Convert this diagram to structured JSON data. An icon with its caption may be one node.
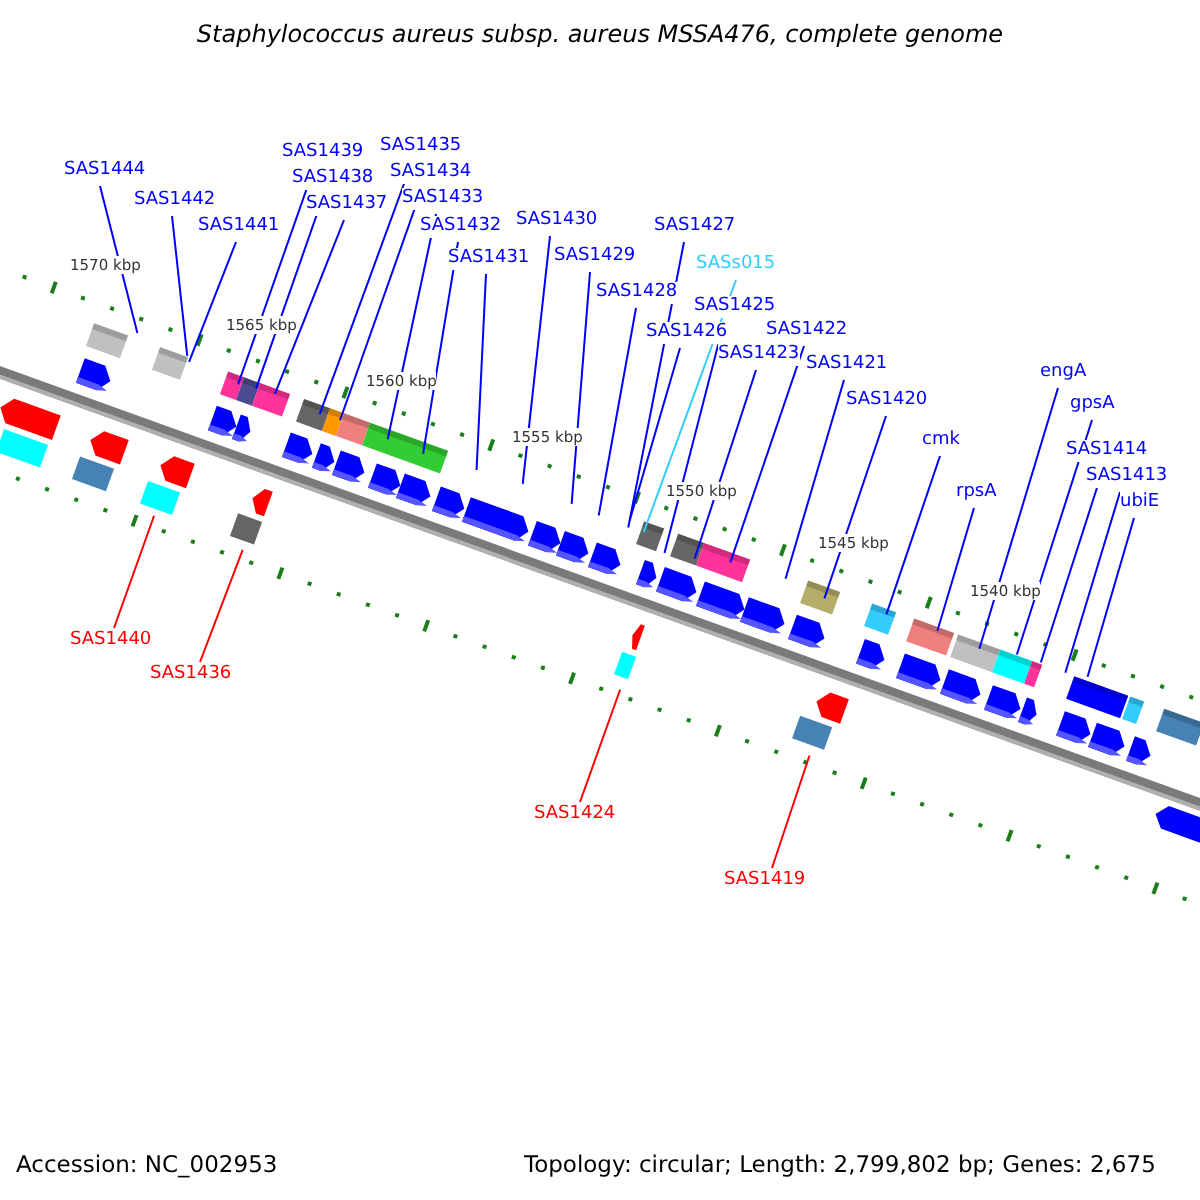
{
  "diagram": {
    "title": "Staphylococcus aureus subsp. aureus MSSA476, complete genome",
    "nodes": [
      {
        "text": [
          "SAS1444"
        ]
      },
      {
        "text": [
          "SAS1442"
        ]
      },
      {
        "text": [
          "SAS1441"
        ]
      },
      {
        "text": [
          "SAS1439"
        ]
      },
      {
        "text": [
          "SAS1438"
        ]
      },
      {
        "text": [
          "SAS1437"
        ]
      },
      {
        "text": [
          "SAS1435"
        ]
      },
      {
        "text": [
          "SAS1434"
        ]
      },
      {
        "text": [
          "SAS1433"
        ]
      },
      {
        "text": [
          "SAS1432"
        ]
      },
      {
        "text": [
          "SAS1431"
        ]
      },
      {
        "text": [
          "SAS1430"
        ]
      },
      {
        "text": [
          "SAS1429"
        ]
      },
      {
        "text": [
          "SAS1428"
        ]
      },
      {
        "text": [
          "SAS1427"
        ]
      },
      {
        "text": [
          "SASs015"
        ]
      },
      {
        "text": [
          "SAS1425"
        ]
      },
      {
        "text": [
          "SAS1426"
        ]
      },
      {
        "text": [
          "SAS1423"
        ]
      },
      {
        "text": [
          "SAS1422"
        ]
      },
      {
        "text": [
          "SAS1421"
        ]
      },
      {
        "text": [
          "SAS1420"
        ]
      },
      {
        "text": [
          "cmk"
        ]
      },
      {
        "text": [
          "rpsA"
        ]
      },
      {
        "text": [
          "engA"
        ]
      },
      {
        "text": [
          "gpsA"
        ]
      },
      {
        "text": [
          "SAS1414"
        ]
      },
      {
        "text": [
          "SAS1413"
        ]
      },
      {
        "text": [
          "ubiE"
        ]
      },
      {
        "text": [
          "SAS1440"
        ]
      },
      {
        "text": [
          "SAS1436"
        ]
      },
      {
        "text": [
          "SAS1424"
        ]
      },
      {
        "text": [
          "SAS1419"
        ]
      }
    ],
    "edges": [
      {
        "from": 0,
        "to": null,
        "arrow": "none"
      },
      {
        "from": 1,
        "to": null,
        "arrow": "none"
      },
      {
        "from": 2,
        "to": null,
        "arrow": "none"
      },
      {
        "from": 3,
        "to": null,
        "arrow": "none"
      },
      {
        "from": 4,
        "to": null,
        "arrow": "none"
      },
      {
        "from": 5,
        "to": null,
        "arrow": "none"
      },
      {
        "from": 6,
        "to": null,
        "arrow": "none"
      },
      {
        "from": 7,
        "to": null,
        "arrow": "none"
      },
      {
        "from": 8,
        "to": null,
        "arrow": "none"
      },
      {
        "from": 9,
        "to": null,
        "arrow": "none"
      },
      {
        "from": 10,
        "to": null,
        "arrow": "none"
      },
      {
        "from": 11,
        "to": null,
        "arrow": "none"
      },
      {
        "from": 12,
        "to": null,
        "arrow": "none"
      },
      {
        "from": 13,
        "to": null,
        "arrow": "none"
      },
      {
        "from": 14,
        "to": null,
        "arrow": "none"
      },
      {
        "from": 15,
        "to": null,
        "arrow": "none",
        "color": "#33ccff"
      },
      {
        "from": 16,
        "to": null,
        "arrow": "none"
      },
      {
        "from": 17,
        "to": null,
        "arrow": "none"
      },
      {
        "from": 18,
        "to": null,
        "arrow": "none"
      },
      {
        "from": 19,
        "to": null,
        "arrow": "none"
      },
      {
        "from": 20,
        "to": null,
        "arrow": "none"
      },
      {
        "from": 21,
        "to": null,
        "arrow": "none"
      },
      {
        "from": 22,
        "to": null,
        "arrow": "none"
      },
      {
        "from": 23,
        "to": null,
        "arrow": "none"
      },
      {
        "from": 24,
        "to": null,
        "arrow": "none"
      },
      {
        "from": 25,
        "to": null,
        "arrow": "none"
      },
      {
        "from": 26,
        "to": null,
        "arrow": "none"
      },
      {
        "from": 27,
        "to": null,
        "arrow": "none"
      },
      {
        "from": 28,
        "to": null,
        "arrow": "none"
      },
      {
        "from": 29,
        "to": null,
        "arrow": "none",
        "color": "#ff0000"
      },
      {
        "from": 30,
        "to": null,
        "arrow": "none",
        "color": "#ff0000"
      },
      {
        "from": 31,
        "to": null,
        "arrow": "none",
        "color": "#ff0000"
      },
      {
        "from": 32,
        "to": null,
        "arrow": "none",
        "color": "#ff0000"
      }
    ],
    "labels": [
      "1570 kbp",
      "1565 kbp",
      "1560 kbp",
      "1555 kbp",
      "1550 kbp",
      "1545 kbp",
      "1540 kbp",
      "Accession: NC_002953",
      "Topology: circular; Length: 2,799,802 bp; Genes: 2,675"
    ]
  }
}
